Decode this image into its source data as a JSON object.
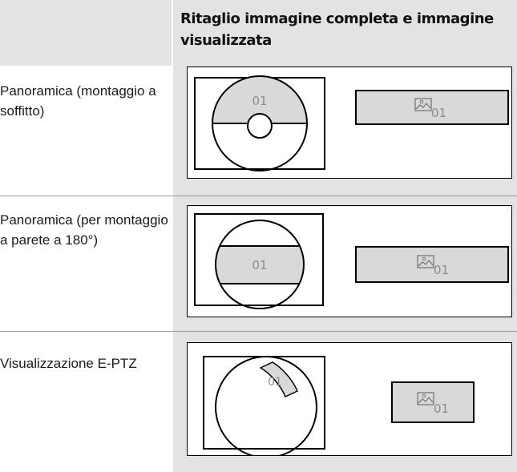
{
  "header": {
    "title": "Ritaglio immagine completa e immagine visualizzata"
  },
  "rows": [
    {
      "label": "Panoramica (montaggio a soffitto)",
      "image_label": "01",
      "view_label": "01"
    },
    {
      "label": "Panoramica (per montaggio a parete a 180°)",
      "image_label": "01",
      "view_label": "01"
    },
    {
      "label": "Visualizzazione E-PTZ",
      "image_label": "01",
      "view_label": "01"
    }
  ],
  "icons": {
    "view": "image-icon"
  },
  "colors": {
    "shade": "#e3e3e3",
    "region_fill": "#d9d9d9",
    "line": "#000000",
    "label_text": "#8c8c8c"
  }
}
